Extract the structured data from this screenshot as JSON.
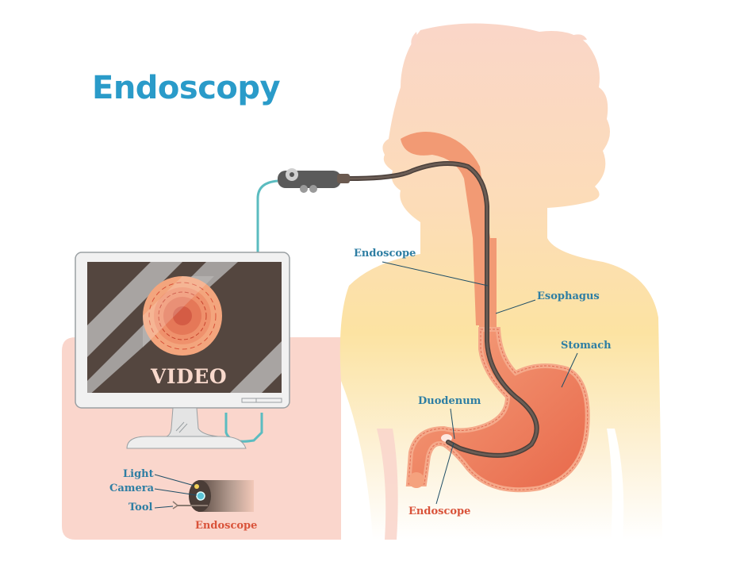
{
  "title": "Endoscopy",
  "screen": {
    "label": "VIDEO"
  },
  "labels": {
    "endoscope_upper": "Endoscope",
    "esophagus": "Esophagus",
    "stomach": "Stomach",
    "duodenum": "Duodenum",
    "endoscope_lower": "Endoscope"
  },
  "tip_detail": {
    "light": "Light",
    "camera": "Camera",
    "tool": "Tool",
    "caption": "Endoscope"
  },
  "colors": {
    "title": "#2a9bc9",
    "label_blue": "#2e7ea3",
    "label_red": "#d9533a",
    "body_skin_top": "#fad6c8",
    "body_skin_mid": "#fce4a8",
    "organ": "#f0906b",
    "scope_tube": "#5a4e48",
    "cable": "#5bbcc0",
    "monitor_bg": "#fad6cc",
    "screen": "#54463f"
  }
}
